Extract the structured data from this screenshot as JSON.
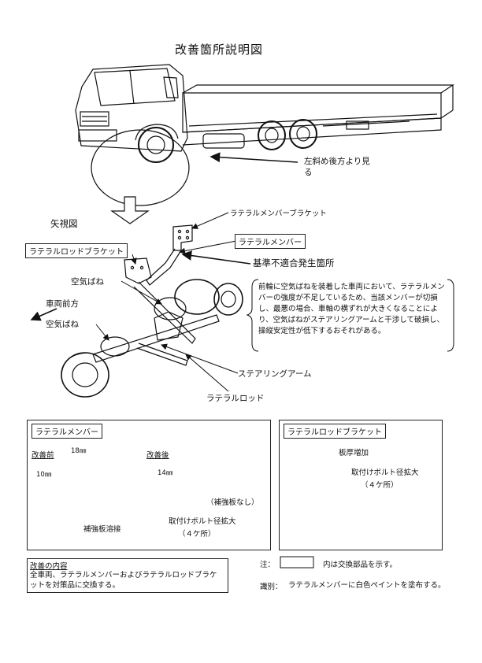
{
  "title": "改善箇所説明図",
  "view_direction": "左斜め後方より見る",
  "view_label": "矢視図",
  "callouts": {
    "lateral_member_bracket": "ラテラルメンバーブラケット",
    "lateral_member": "ラテラルメンバー",
    "lateral_rod_bracket": "ラテラルロッドブラケット",
    "nonconformity_location": "基準不適合発生箇所",
    "air_spring_upper": "空気ばね",
    "vehicle_front": "車両前方",
    "air_spring_lower": "空気ばね",
    "steering_arm": "ステアリングアーム",
    "lateral_rod": "ラテラルロッド"
  },
  "nonconformity_note": "前輪に空気ばねを装着した車両において、ラテラルメンバーの強度が不足しているため、当該メンバーが切損し、最悪の場合、車軸の横ずれが大きくなることにより、空気ばねがステアリングアームと干渉して破損し、操縦安定性が低下するおそれがある。",
  "panel_member": {
    "header": "ラテラルメンバー",
    "before_label": "改善前",
    "after_label": "改善後",
    "dim_18": "18㎜",
    "dim_10": "10㎜",
    "dim_14": "14㎜",
    "weld_note": "補強板溶接",
    "no_plate_note": "（補強板なし）",
    "bolt_note": "取付けボルト径拡大",
    "bolt_count": "（４ケ所）"
  },
  "panel_bracket": {
    "header": "ラテラルロッドブラケット",
    "thickness_note": "板厚増加",
    "bolt_note": "取付けボルト径拡大",
    "bolt_count": "（４ケ所）"
  },
  "improvement": {
    "heading": "改善の内容",
    "body": "全車両、ラテラルメンバーおよびラテラルロッドブラケットを対策品に交換する。"
  },
  "legend": {
    "prefix": "注：",
    "text": "内は交換部品を示す。"
  },
  "identification": {
    "prefix": "識別：",
    "text": "ラテラルメンバーに白色ペイントを塗布する。"
  }
}
